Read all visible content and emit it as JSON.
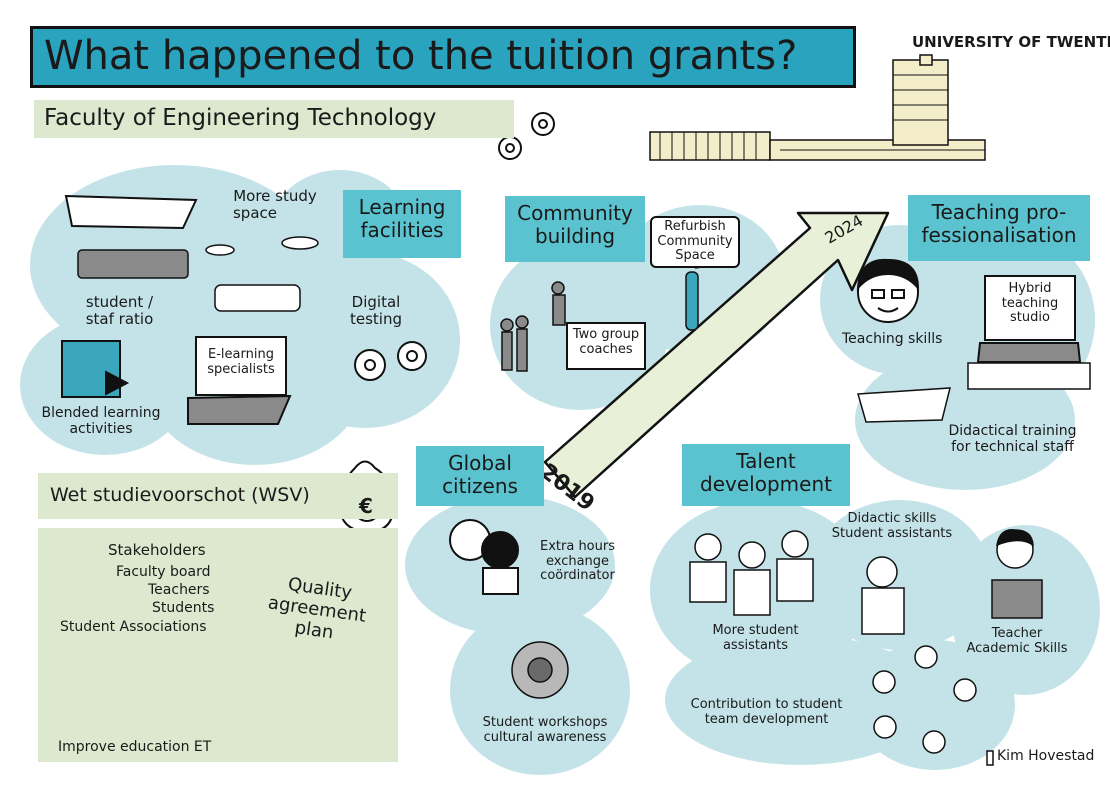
{
  "header": {
    "title": "What happened to the tuition grants?",
    "subtitle": "Faculty of Engineering Technology",
    "university": "UNIVERSITY OF TWENTE."
  },
  "learning": {
    "heading_line1": "Learning",
    "heading_line2": "facilities",
    "more_study_space_line1": "More study",
    "more_study_space_line2": "space",
    "ratio_line1": "student /",
    "ratio_line2": "staf ratio",
    "digital_testing_line1": "Digital",
    "digital_testing_line2": "testing",
    "elearning_line1": "E-learning",
    "elearning_line2": "specialists",
    "blended_line1": "Blended learning",
    "blended_line2": "activities"
  },
  "community": {
    "heading_line1": "Community",
    "heading_line2": "building",
    "refurbish_line1": "Refurbish",
    "refurbish_line2": "Community",
    "refurbish_line3": "Space",
    "coaches_line1": "Two group",
    "coaches_line2": "coaches"
  },
  "timeline": {
    "start_year": "2019",
    "end_year": "2024"
  },
  "teaching": {
    "heading_line1": "Teaching pro-",
    "heading_line2": "fessionalisation",
    "skills": "Teaching skills",
    "hybrid_line1": "Hybrid",
    "hybrid_line2": "teaching",
    "hybrid_line3": "studio",
    "didactical_line1": "Didactical training",
    "didactical_line2": "for technical staff"
  },
  "global": {
    "heading_line1": "Global",
    "heading_line2": "citizens",
    "extra_line1": "Extra hours",
    "extra_line2": "exchange",
    "extra_line3": "coördinator",
    "workshops_line1": "Student workshops",
    "workshops_line2": "cultural awareness"
  },
  "talent": {
    "heading_line1": "Talent",
    "heading_line2": "development",
    "didactic_line1": "Didactic skills",
    "didactic_line2": "Student assistants",
    "more_assistants_line1": "More student",
    "more_assistants_line2": "assistants",
    "academic_line1": "Teacher",
    "academic_line2": "Academic Skills",
    "team_line1": "Contribution to student",
    "team_line2": "team development"
  },
  "wsv": {
    "heading": "Wet studievoorschot (WSV)",
    "stakeholders": "Stakeholders",
    "faculty_board": "Faculty board",
    "teachers": "Teachers",
    "students": "Students",
    "associations": "Student Associations",
    "plan_line1": "Quality",
    "plan_line2": "agreement",
    "plan_line3": "plan",
    "improve": "Improve education ET",
    "currency_symbol": "€"
  },
  "credit": "Kim Hovestad",
  "colors": {
    "teal_label": "#5bc3cf",
    "title_teal": "#2aa3bf",
    "bubble": "#c4e3e8",
    "green_band": "#dde9cf",
    "arrow_green": "#e8f0d8"
  }
}
